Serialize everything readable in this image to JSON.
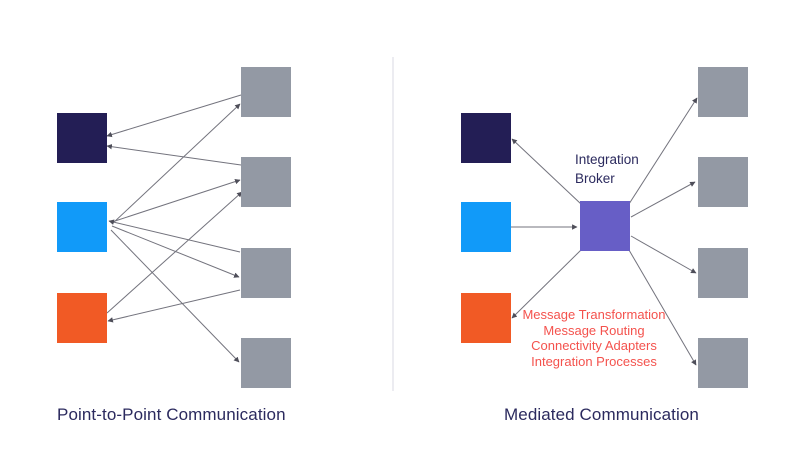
{
  "palette": {
    "navy": "#231E55",
    "blue": "#119AF9",
    "orange": "#F15A25",
    "gray": "#9399A4",
    "purple": "#675EC6",
    "line": "#73737d",
    "arrow": "#4e4e59",
    "text_dark": "#2B2A5E",
    "text_red": "#F4524D",
    "divider": "#ECECF1",
    "background": "#FFFFFF"
  },
  "left_panel": {
    "caption": "Point-to-Point Communication",
    "sources": [
      {
        "id": "s1",
        "color": "navy"
      },
      {
        "id": "s2",
        "color": "blue"
      },
      {
        "id": "s3",
        "color": "orange"
      }
    ],
    "targets": [
      {
        "id": "t1",
        "color": "gray"
      },
      {
        "id": "t2",
        "color": "gray"
      },
      {
        "id": "t3",
        "color": "gray"
      },
      {
        "id": "t4",
        "color": "gray"
      }
    ],
    "edges": [
      {
        "from": "t1",
        "to": "s1"
      },
      {
        "from": "t2",
        "to": "s1"
      },
      {
        "from": "s2",
        "to": "t1"
      },
      {
        "from": "s2",
        "to": "t2"
      },
      {
        "from": "s2",
        "to": "t3"
      },
      {
        "from": "s2",
        "to": "t4"
      },
      {
        "from": "t3",
        "to": "s2"
      },
      {
        "from": "s3",
        "to": "t2"
      },
      {
        "from": "t3",
        "to": "s3"
      }
    ]
  },
  "right_panel": {
    "caption": "Mediated Communication",
    "broker_label_lines": [
      "Integration",
      "Broker"
    ],
    "broker_services": [
      "Message Transformation",
      "Message Routing",
      "Connectivity Adapters",
      "Integration Processes"
    ],
    "sources": [
      {
        "id": "s1",
        "color": "navy"
      },
      {
        "id": "s2",
        "color": "blue"
      },
      {
        "id": "s3",
        "color": "orange"
      }
    ],
    "broker": {
      "id": "broker",
      "color": "purple"
    },
    "targets": [
      {
        "id": "t1",
        "color": "gray"
      },
      {
        "id": "t2",
        "color": "gray"
      },
      {
        "id": "t3",
        "color": "gray"
      },
      {
        "id": "t4",
        "color": "gray"
      }
    ],
    "edges": [
      {
        "from": "broker",
        "to": "s1"
      },
      {
        "from": "s2",
        "to": "broker"
      },
      {
        "from": "broker",
        "to": "s3"
      },
      {
        "from": "broker",
        "to": "t1"
      },
      {
        "from": "broker",
        "to": "t2"
      },
      {
        "from": "broker",
        "to": "t3"
      },
      {
        "from": "broker",
        "to": "t4"
      }
    ]
  }
}
